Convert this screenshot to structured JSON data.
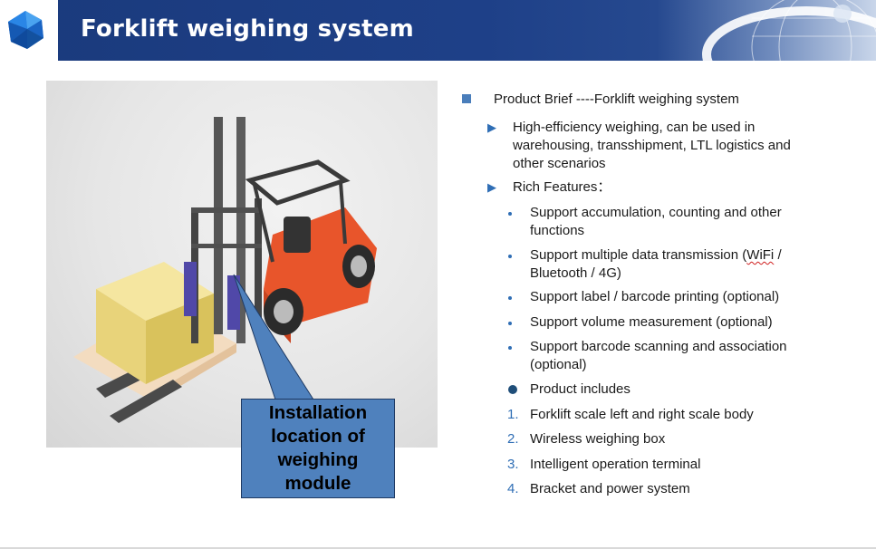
{
  "header": {
    "title": "Forklift weighing system"
  },
  "callout": {
    "text": "Installation\nlocation of\nweighing\nmodule"
  },
  "brief": {
    "heading": "Product Brief ----Forklift weighing system",
    "bullet1": "High-efficiency weighing, can be used in warehousing, transshipment, LTL logistics and other scenarios",
    "bullet2": "Rich Features：",
    "features": [
      "Support accumulation, counting and other functions",
      "Support multiple data transmission (",
      "Support label / barcode printing (optional)",
      "Support volume measurement (optional)",
      "Support barcode scanning and association (optional)"
    ],
    "feature2_wifi": "WiFi",
    "feature2_tail": " / Bluetooth / 4G)",
    "includes_heading": "Product includes",
    "includes": [
      "Forklift scale left and right scale body",
      "Wireless weighing box",
      "Intelligent operation terminal",
      "Bracket and power system"
    ],
    "numbers": [
      "1.",
      "2.",
      "3.",
      "4."
    ]
  },
  "colors": {
    "header_blue": "#1e4088",
    "accent_blue": "#4f81bd",
    "forklift_orange": "#e8552b"
  }
}
